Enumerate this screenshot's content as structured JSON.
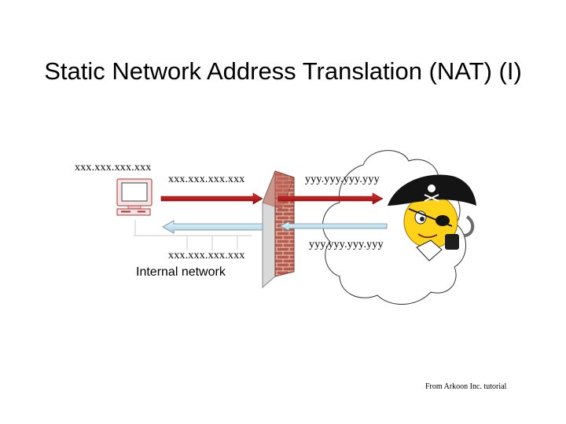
{
  "slide": {
    "title": "Static Network Address Translation (NAT) (I)",
    "credit": "From Arkoon Inc. tutorial"
  },
  "diagram": {
    "internal_host_address": "xxx.xxx.xxx.xxx",
    "outgoing_source_address": "xxx.xxx.xxx.xxx",
    "outgoing_translated_address": "yyy.yyy.yyy.yyy",
    "incoming_source_address": "yyy.yyy.yyy.yyy",
    "incoming_translated_address": "xxx.xxx.xxx.xxx",
    "internal_network_label": "Internal network"
  },
  "colors": {
    "outgoing_arrow": "#cc1111",
    "incoming_arrow": "#bfe3f0",
    "firewall_brick": "#b85a4c"
  },
  "icons": [
    "computer-icon",
    "firewall-icon",
    "pirate-icon",
    "internet-cloud-icon"
  ]
}
